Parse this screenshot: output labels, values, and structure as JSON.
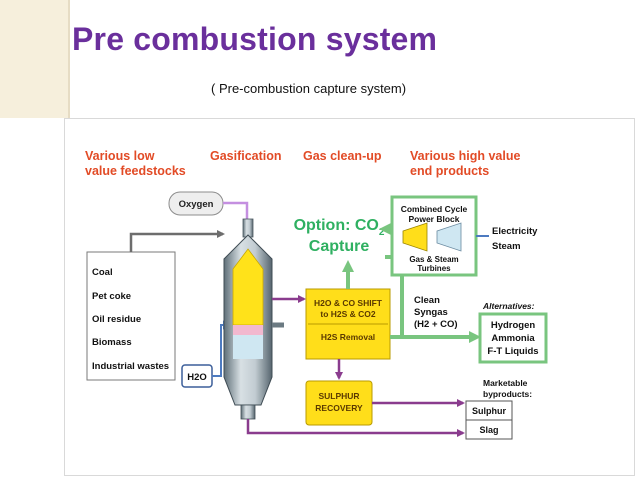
{
  "slide": {
    "title": "Pre combustion system",
    "subtitle": "( Pre-combustion capture system)"
  },
  "diagram": {
    "headers": {
      "feedstocks_1": "Various low",
      "feedstocks_2": "value feedstocks",
      "gasification": "Gasification",
      "cleanup": "Gas clean-up",
      "products_1": "Various high value",
      "products_2": "end products"
    },
    "oxygen": "Oxygen",
    "water": "H2O",
    "feedstocks": [
      "Coal",
      "Pet coke",
      "Oil residue",
      "Biomass",
      "Industrial wastes"
    ],
    "option_1": "Option: CO",
    "option_sub": "2",
    "option_2": "Capture",
    "shift_1": "H2O & CO SHIFT",
    "shift_2": "to H2S & CO2",
    "h2s_removal": "H2S Removal",
    "sulphur_1": "SULPHUR",
    "sulphur_2": "RECOVERY",
    "syngas_1": "Clean",
    "syngas_2": "Syngas",
    "syngas_3": "(H2 + CO)",
    "power_1": "Combined Cycle",
    "power_2": "Power Block",
    "turbines_1": "Gas  &  Steam",
    "turbines_2": "Turbines",
    "electricity": "Electricity",
    "steam": "Steam",
    "alternatives": "Alternatives:",
    "chemicals": [
      "Hydrogen",
      "Ammonia",
      "F-T Liquids"
    ],
    "marketable_1": "Marketable",
    "marketable_2": "byproducts:",
    "byproducts": [
      "Sulphur",
      "Slag"
    ]
  }
}
